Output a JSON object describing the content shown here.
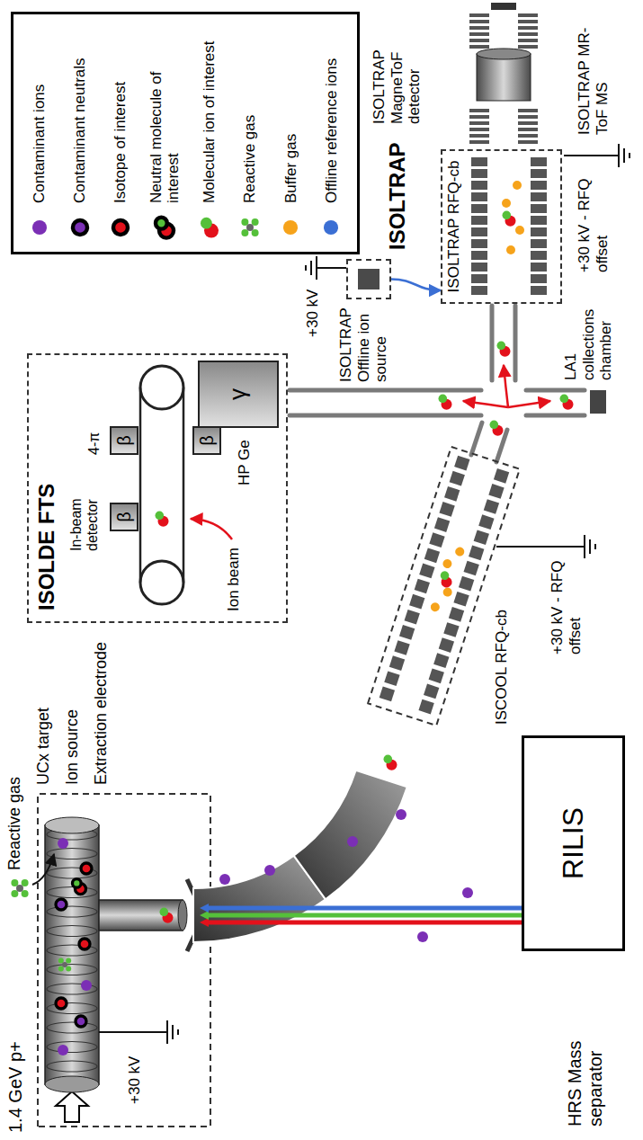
{
  "diagram": {
    "nodes": [
      {
        "text": [
          "ISOLDE FTS"
        ]
      },
      {
        "text": [
          "β"
        ],
        "in": 0
      },
      {
        "text": [
          "β"
        ],
        "in": 0
      },
      {
        "text": [
          "β"
        ],
        "in": 0
      },
      {
        "text": [
          "γ"
        ],
        "in": 0
      },
      {
        "text": [
          "ISCOOL RFQ-cb"
        ]
      },
      {
        "text": [
          "ISOLTRAP Offline ion source"
        ]
      },
      {
        "text": [
          "ISOLTRAP RFQ-cb"
        ]
      },
      {
        "text": [
          "RILIS"
        ]
      }
    ],
    "edges": [
      {
        "from": 6,
        "to": 7,
        "arrow": "to"
      }
    ],
    "labels": [
      "1.4 GeV p+",
      "Reactive gas",
      "UCx target",
      "Ion source",
      "Extraction electrode",
      "+30 kV",
      "HRS Mass separator",
      "Ion beam",
      "In-beam detector",
      "4-π",
      "HP Ge",
      "+30 kV - RFQ offset",
      "LA1 collections chamber",
      "ISOLTRAP",
      "+30 kV",
      "+30 kV - RFQ offset",
      "ISOLTRAP MagneToF detector",
      "ISOLTRAP MR-ToF MS"
    ],
    "legend": [
      {
        "text": "Contaminant ions",
        "color": "#7b2fb5"
      },
      {
        "text": "Contaminant neutrals"
      },
      {
        "text": "Isotope of interest"
      },
      {
        "text": "Neutral molecule of interest"
      },
      {
        "text": "Molecular ion of interest"
      },
      {
        "text": "Reactive gas"
      },
      {
        "text": "Buffer gas",
        "color": "#f6a31b"
      },
      {
        "text": "Offline reference ions",
        "color": "#3b6fd4"
      }
    ]
  }
}
